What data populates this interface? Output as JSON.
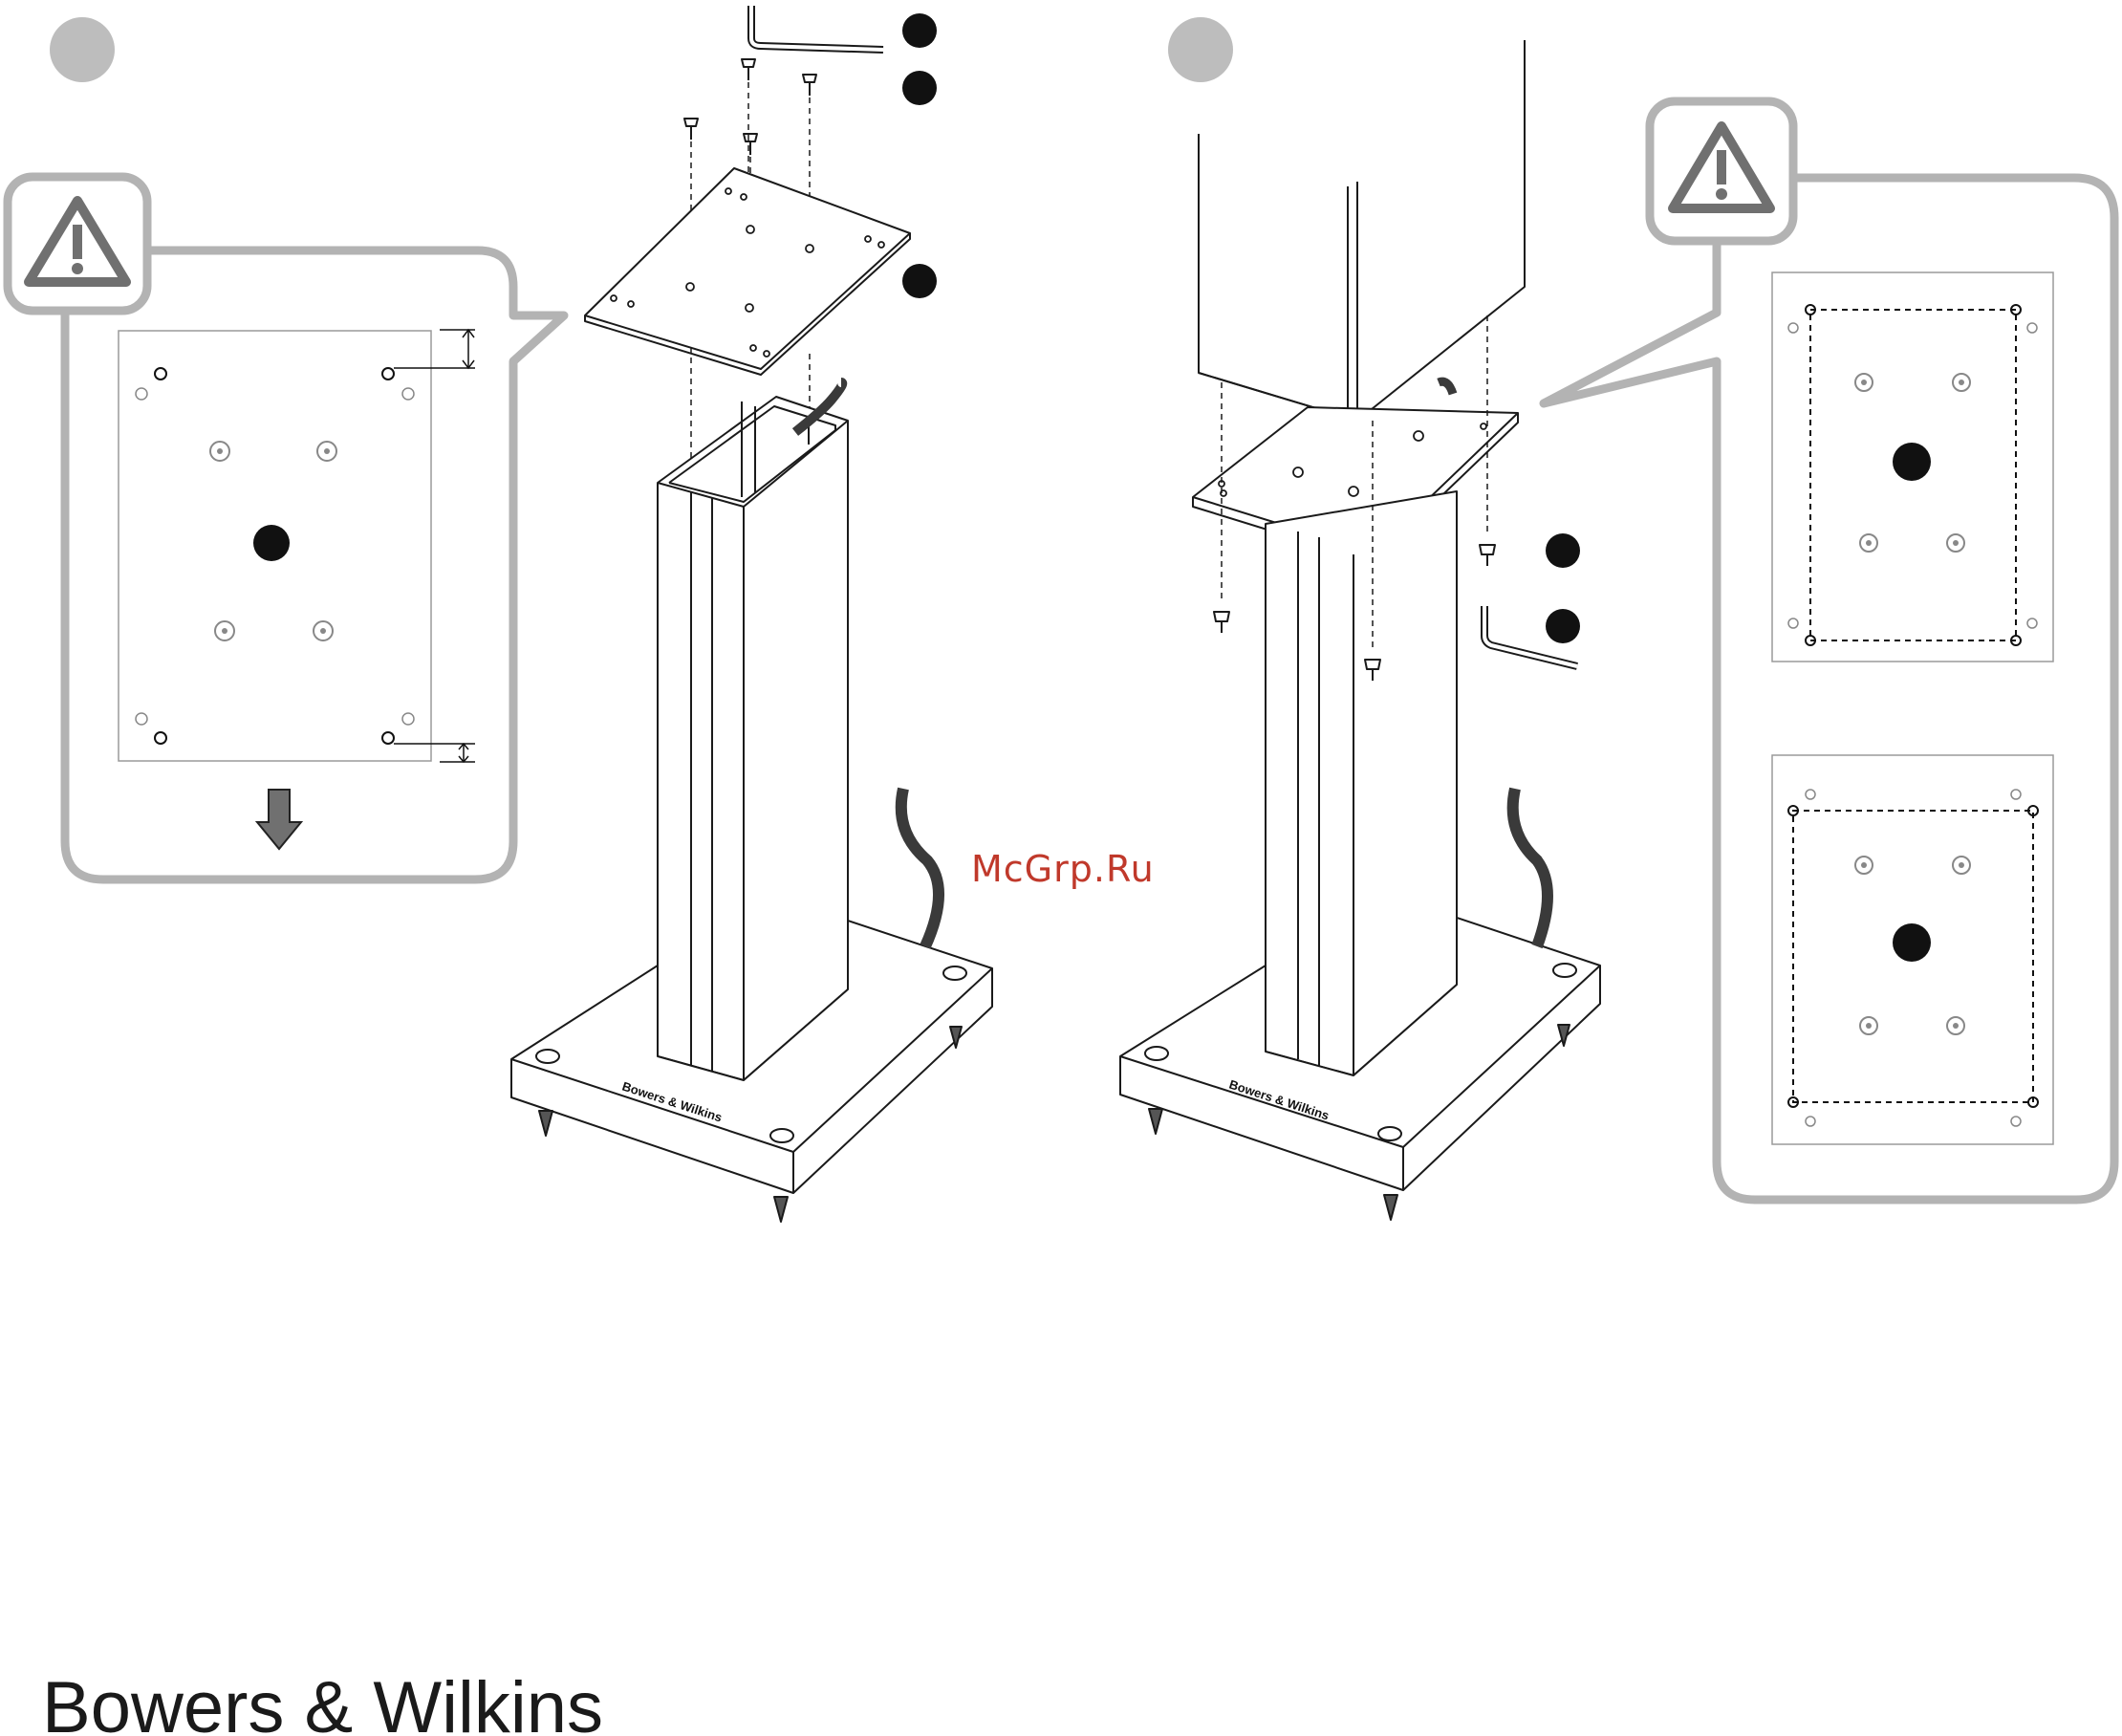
{
  "document": {
    "watermark_text": "McGrp.Ru",
    "brand_footer": "Bowers & Wilkins",
    "base_logo_text": "Bowers & Wilkins"
  },
  "icons": {
    "step_marker": "grey-circle",
    "callout_marker": "black-circle",
    "warning": "warning-triangle-icon",
    "down_arrow": "down-arrow-icon",
    "hex_key": "hex-key-icon",
    "screw": "screw-icon"
  },
  "colors": {
    "line": "#1a1a1a",
    "callout_frame": "#b3b3b3",
    "step_circle": "#bdbdbd",
    "warning_icon": "#707070",
    "watermark": "#c0392b",
    "cable": "#3a3a3a"
  }
}
